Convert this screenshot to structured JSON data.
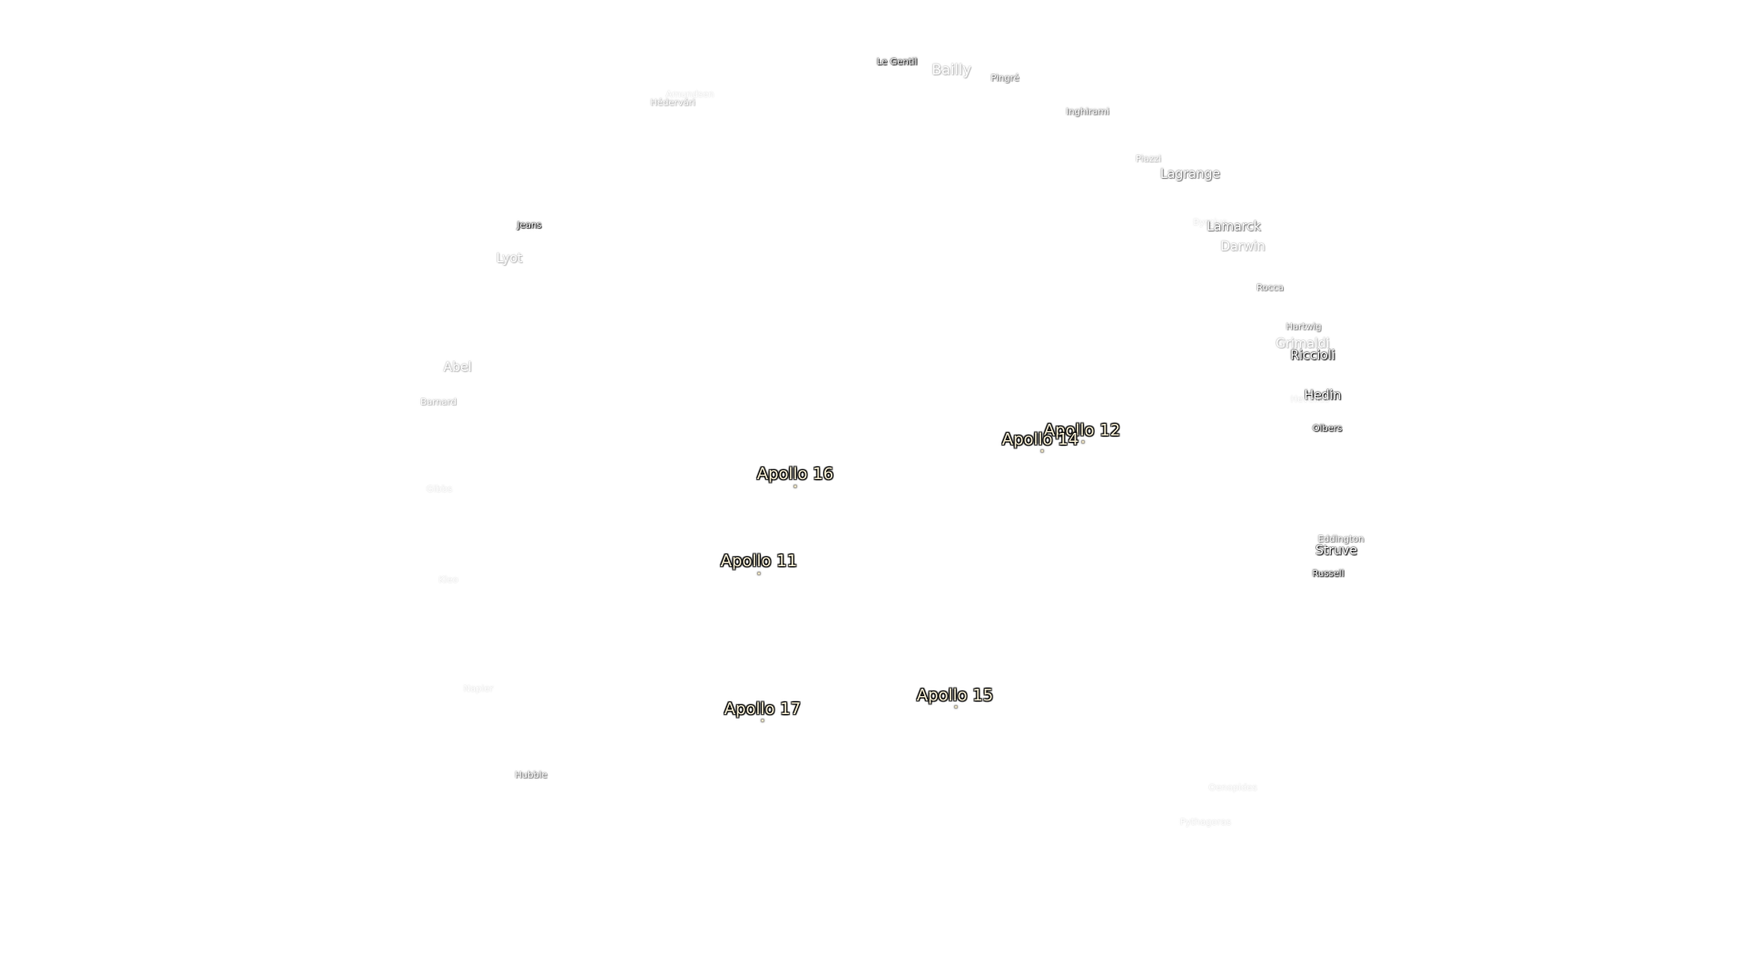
{
  "crater_labels": [
    {
      "id": "le-gentil",
      "text": "Le Gentil"
    },
    {
      "id": "bailly",
      "text": "Bailly"
    },
    {
      "id": "pingre",
      "text": "Pingré"
    },
    {
      "id": "hedervari",
      "text": "Hédervári"
    },
    {
      "id": "amundsen",
      "text": "Amundsen"
    },
    {
      "id": "inghirami",
      "text": "Inghirami"
    },
    {
      "id": "piazzi",
      "text": "Piazzi"
    },
    {
      "id": "lagrange",
      "text": "Lagrange"
    },
    {
      "id": "jeans",
      "text": "Jeans"
    },
    {
      "id": "lyot",
      "text": "Lyot"
    },
    {
      "id": "byrgius",
      "text": "Byrgius"
    },
    {
      "id": "lamarck",
      "text": "Lamarck"
    },
    {
      "id": "darwin",
      "text": "Darwin"
    },
    {
      "id": "rocca",
      "text": "Rocca"
    },
    {
      "id": "hartwig",
      "text": "Hartwig"
    },
    {
      "id": "grimaldi",
      "text": "Grimaldi"
    },
    {
      "id": "riccioli",
      "text": "Riccioli"
    },
    {
      "id": "abel",
      "text": "Abel"
    },
    {
      "id": "hedin",
      "text": "Hedin"
    },
    {
      "id": "hevelius",
      "text": "Hevelius"
    },
    {
      "id": "barnard",
      "text": "Barnard"
    },
    {
      "id": "olbers",
      "text": "Olbers"
    },
    {
      "id": "gibbs",
      "text": "Gibbs"
    },
    {
      "id": "eddington",
      "text": "Eddington"
    },
    {
      "id": "struve",
      "text": "Struve"
    },
    {
      "id": "kleo",
      "text": "Kleo"
    },
    {
      "id": "russell",
      "text": "Russell"
    },
    {
      "id": "napier",
      "text": "Napier"
    },
    {
      "id": "hubble",
      "text": "Hubble"
    },
    {
      "id": "oenopides",
      "text": "Oenopides"
    },
    {
      "id": "pythagoras",
      "text": "Pythagoras"
    }
  ],
  "apollo_sites": [
    {
      "id": "apollo-12",
      "text": "Apollo 12"
    },
    {
      "id": "apollo-14",
      "text": "Apollo 14"
    },
    {
      "id": "apollo-16",
      "text": "Apollo 16"
    },
    {
      "id": "apollo-11",
      "text": "Apollo 11"
    },
    {
      "id": "apollo-17",
      "text": "Apollo 17"
    },
    {
      "id": "apollo-15",
      "text": "Apollo 15"
    }
  ],
  "colors": {
    "background": "#ffffff",
    "apollo_label": "#f2ead0",
    "crater_label": "#ffffff"
  }
}
